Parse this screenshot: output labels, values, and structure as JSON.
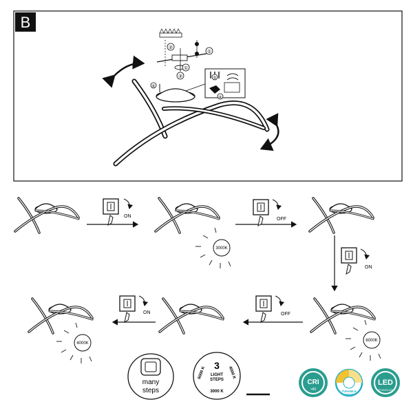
{
  "panel_b": {
    "label": "B",
    "part_numbers": [
      "①",
      "②",
      "③",
      "④",
      "⑤",
      "⑥"
    ]
  },
  "sequence": [
    {
      "step": "lamp-1",
      "label": ""
    },
    {
      "step": "switch-1",
      "action": "ON"
    },
    {
      "step": "lamp-2",
      "temp": "3000K"
    },
    {
      "step": "switch-2",
      "action": "OFF"
    },
    {
      "step": "lamp-3",
      "label": ""
    },
    {
      "step": "switch-3",
      "action": "ON"
    },
    {
      "step": "lamp-4",
      "temp": "6000K"
    },
    {
      "step": "switch-4",
      "action": "OFF"
    },
    {
      "step": "lamp-5",
      "label": ""
    },
    {
      "step": "switch-5",
      "action": "ON"
    },
    {
      "step": "lamp-6",
      "temp": "4000K"
    }
  ],
  "switch_actions": {
    "on": "ON",
    "off": "OFF"
  },
  "temps": {
    "t3000": "3000K",
    "t6000": "6000K",
    "t4000": "4000K"
  },
  "badges": {
    "many_steps": [
      "many",
      "steps"
    ],
    "light_steps": {
      "number": "3",
      "line1": "LIGHT",
      "line2": "STEPS",
      "left": "6000 K",
      "right": "4000 K",
      "bottom": "3000 K"
    },
    "cri": {
      "main": "CRI",
      "sub": ">80"
    },
    "tunable": {
      "line1": "TUNABLE",
      "line2": "WHITE"
    },
    "led": {
      "main": "LED",
      "sub": "TECHNOLOGY"
    }
  },
  "colors": {
    "ink": "#111111",
    "green": "#2a9d8f",
    "yellow": "#f2c230",
    "cyan": "#2ab0c5"
  }
}
